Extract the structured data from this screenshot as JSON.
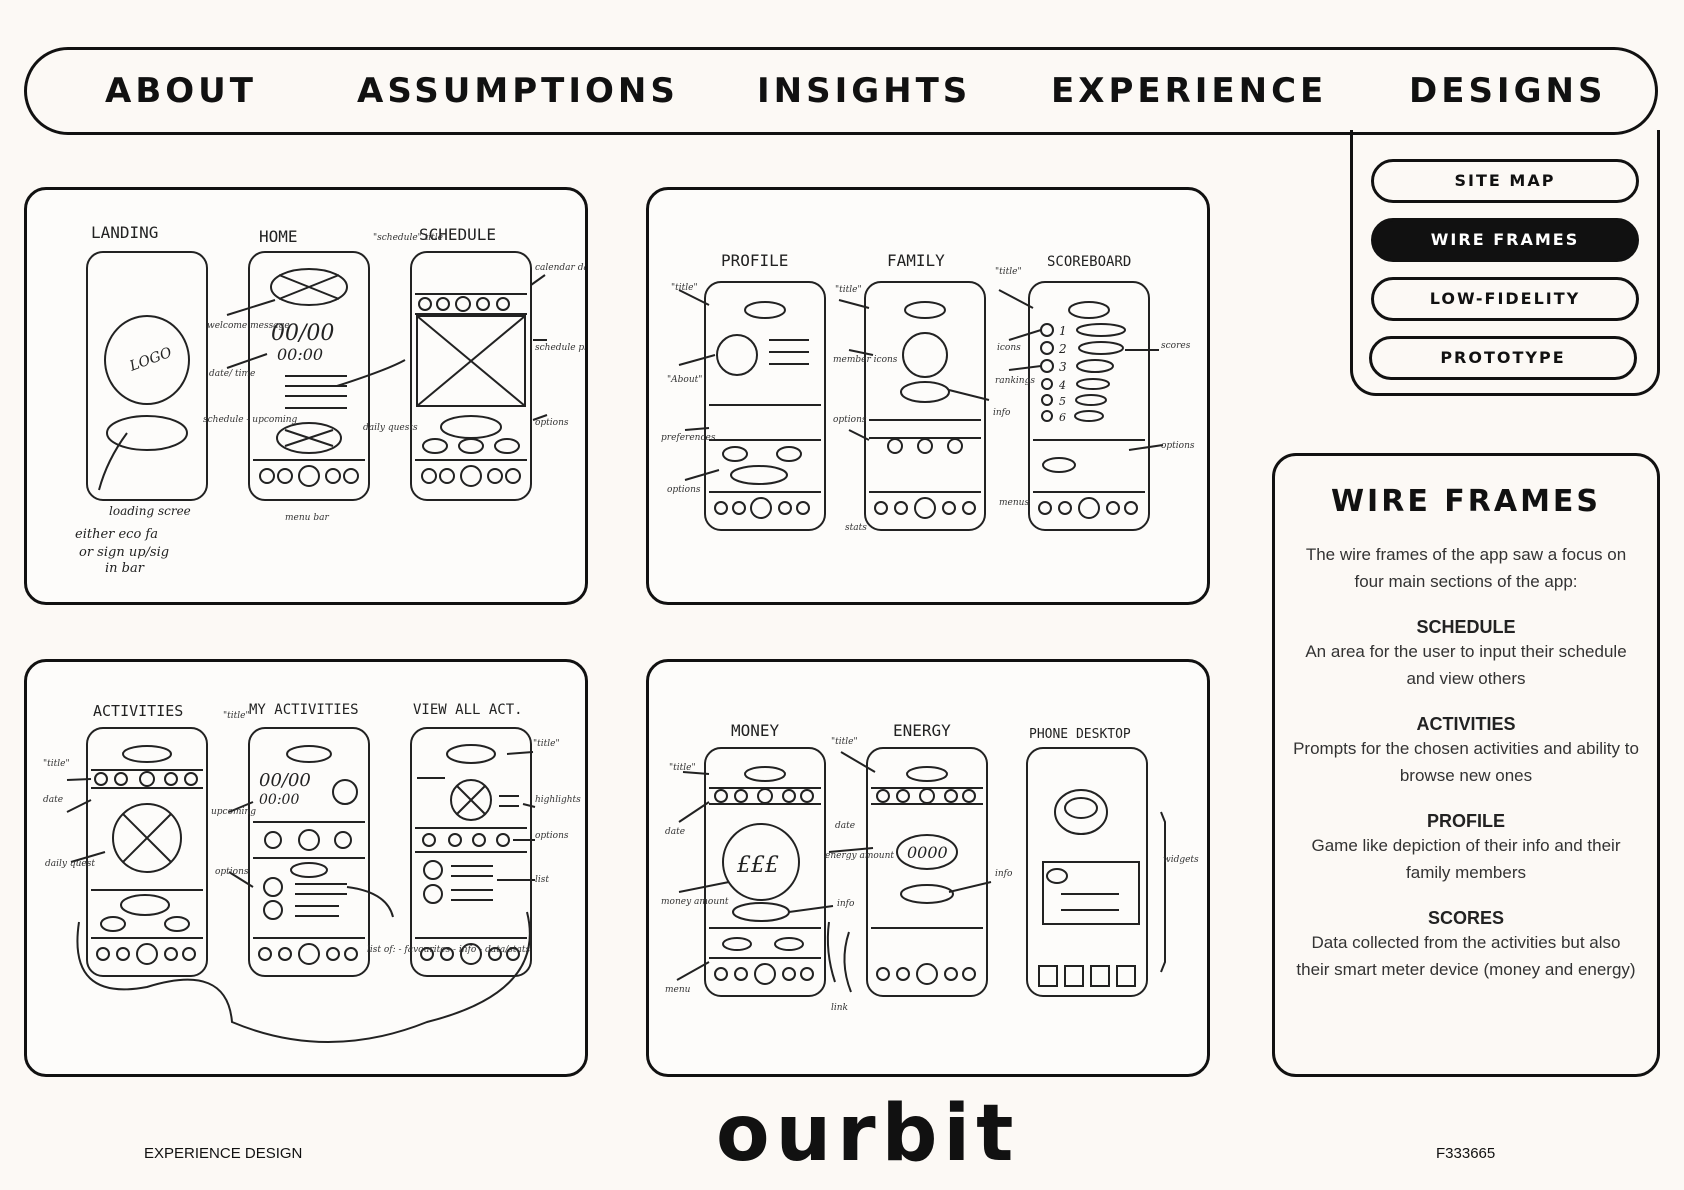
{
  "nav": {
    "items": [
      "ABOUT",
      "ASSUMPTIONS",
      "INSIGHTS",
      "EXPERIENCE",
      "DESIGNS"
    ]
  },
  "designs_menu": {
    "items": [
      "SITE MAP",
      "WIRE FRAMES",
      "LOW-FIDELITY",
      "PROTOTYPE"
    ],
    "active": "WIRE FRAMES"
  },
  "panels": [
    {
      "screens": [
        "LANDING",
        "HOME",
        "SCHEDULE"
      ],
      "notes": [
        "LOGO",
        "00/00",
        "00:00",
        "welcome message",
        "date/ time",
        "schedule - upcoming",
        "daily quests",
        "menu bar",
        "\"schedule\" title",
        "calendar dates",
        "schedule plans",
        "options",
        "loading scree",
        "either eco fa",
        "or sign up/sig",
        "in bar"
      ]
    },
    {
      "screens": [
        "PROFILE",
        "FAMILY",
        "SCOREBOARD"
      ],
      "notes": [
        "\"title\"",
        "\"About\"",
        "preferences",
        "options",
        "\"title\"",
        "member icons",
        "options",
        "info",
        "stats",
        "\"title\"",
        "icons",
        "rankings",
        "scores",
        "options",
        "menus",
        "1",
        "2",
        "3",
        "4",
        "5",
        "6"
      ]
    },
    {
      "screens": [
        "ACTIVITIES",
        "MY ACTIVITIES",
        "VIEW ALL ACT."
      ],
      "notes": [
        "\"title\"",
        "date",
        "daily quest",
        "\"title\"",
        "00/00",
        "00:00",
        "upcoming",
        "options",
        "list of: - favourites - info - data/stats",
        "\"title\"",
        "highlights",
        "options",
        "list"
      ]
    },
    {
      "screens": [
        "MONEY",
        "ENERGY",
        "PHONE DESKTOP"
      ],
      "notes": [
        "\"title\"",
        "date",
        "money amount",
        "menu",
        "£££",
        "\"title\"",
        "date",
        "energy amount",
        "0000",
        "info",
        "info",
        "link",
        "widgets"
      ]
    }
  ],
  "info": {
    "title": "WIRE FRAMES",
    "intro": "The wire frames of the app saw a focus on four main sections of the app:",
    "sections": [
      {
        "heading": "SCHEDULE",
        "text": "An area for the user to input their schedule and view others"
      },
      {
        "heading": "ACTIVITIES",
        "text": "Prompts for the chosen activities and ability to browse new ones"
      },
      {
        "heading": "PROFILE",
        "text": "Game like depiction of their info and their family members"
      },
      {
        "heading": "SCORES",
        "text": "Data collected from the activities but also their smart meter device (money and energy)"
      }
    ]
  },
  "footer": {
    "left": "EXPERIENCE DESIGN",
    "logo": "ourbit",
    "right": "F333665"
  }
}
